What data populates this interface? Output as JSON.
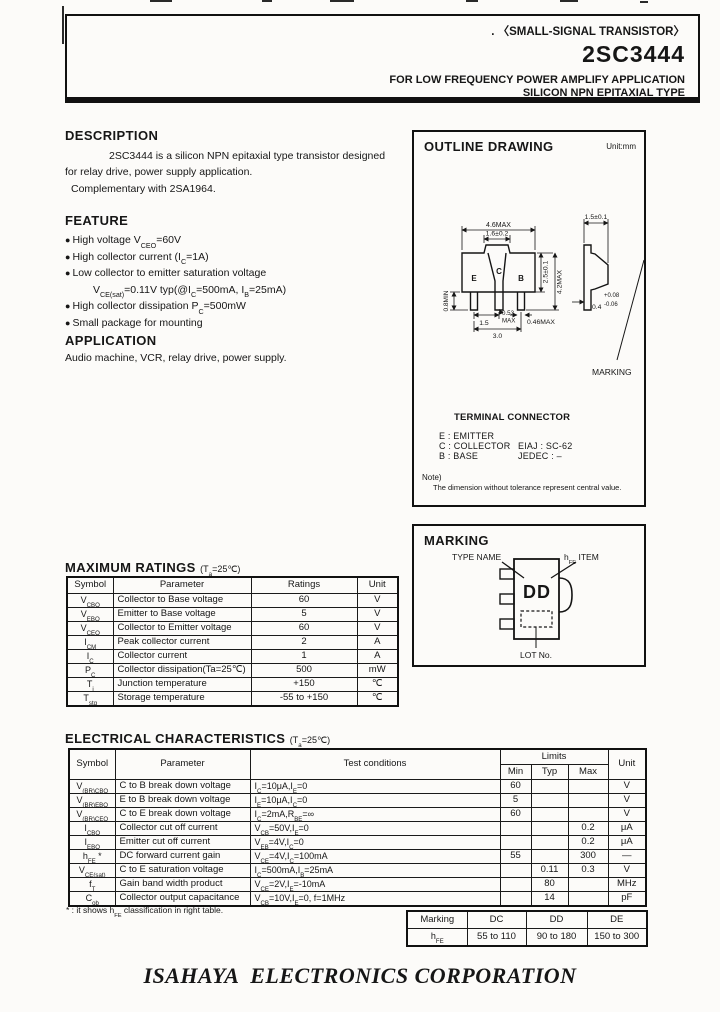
{
  "header": {
    "category": ". 〈SMALL-SIGNAL TRANSISTOR〉",
    "part_number": "2SC3444",
    "app_line1": "FOR LOW FREQUENCY POWER AMPLIFY APPLICATION",
    "app_line2": "SILICON NPN EPITAXIAL TYPE"
  },
  "description": {
    "title": "DESCRIPTION",
    "body": "2SC3444 is a silicon NPN epitaxial type transistor designed for relay drive, power supply application.",
    "complementary": "Complementary with 2SA1964."
  },
  "feature": {
    "title": "FEATURE",
    "items": [
      {
        "bullet": "●",
        "rich": [
          [
            "High voltage   V"
          ],
          [
            "CEO",
            "sub"
          ],
          [
            "=60V"
          ]
        ]
      },
      {
        "bullet": "●",
        "rich": [
          [
            "High collector current (I"
          ],
          [
            "C",
            "sub"
          ],
          [
            "=1A)"
          ]
        ]
      },
      {
        "bullet": "●",
        "rich": [
          [
            "Low collector to emitter saturation voltage"
          ]
        ]
      },
      {
        "bullet": "",
        "rich": [
          [
            "V"
          ],
          [
            "CE(sat)",
            "sub"
          ],
          [
            "=0.11V typ(@I"
          ],
          [
            "C",
            "sub"
          ],
          [
            "=500mA, I"
          ],
          [
            "B",
            "sub"
          ],
          [
            "=25mA)"
          ]
        ]
      },
      {
        "bullet": "●",
        "rich": [
          [
            "High collector dissipation   P"
          ],
          [
            "C",
            "sub"
          ],
          [
            "=500mW"
          ]
        ]
      },
      {
        "bullet": "●",
        "rich": [
          [
            "Small package for mounting"
          ]
        ]
      }
    ]
  },
  "application": {
    "title": "APPLICATION",
    "body": "Audio machine, VCR, relay drive, power supply."
  },
  "outline": {
    "title": "OUTLINE DRAWING",
    "unit": "Unit:mm",
    "dims": {
      "w_body": "4.6MAX",
      "w_tab": "1.6±0.2",
      "thickness": "1.5±0.1",
      "h_body": "2.5±0.1",
      "h_total": "4.2MAX",
      "lead_len": "0.8MIN",
      "pitch_ec": "1.5",
      "c_lead_w1": "0.53",
      "c_lead_w2": "MAX",
      "b_lead_w": "0.46MAX",
      "pitch_eb": "3.0",
      "lead_t": "0.4",
      "lead_t_plus": "+0.08",
      "lead_t_minus": "-0.06",
      "marking": "MARKING"
    },
    "leads": {
      "e": "E",
      "c": "C",
      "b": "B"
    },
    "terminal": {
      "title": "TERMINAL CONNECTOR",
      "e": "E : EMITTER",
      "c": "C : COLLECTOR",
      "b": "B : BASE",
      "eiaj": "EIAJ : SC-62",
      "jedec": "JEDEC : –"
    },
    "note_label": "Note)",
    "note": "The dimension without tolerance represent central value."
  },
  "marking_box": {
    "title": "MARKING",
    "type_name": "TYPE NAME",
    "hfe_item": [
      [
        "h"
      ],
      [
        "FE",
        "sub"
      ],
      [
        " ITEM"
      ]
    ],
    "code": "DD",
    "lot": "LOT No."
  },
  "max_ratings": {
    "title": "MAXIMUM RATINGS",
    "ta": [
      [
        "(T"
      ],
      [
        "a",
        "sub"
      ],
      [
        "=25℃)"
      ]
    ],
    "headers": [
      "Symbol",
      "Parameter",
      "Ratings",
      "Unit"
    ],
    "rows": [
      {
        "symbol": [
          [
            "V"
          ],
          [
            "CBO",
            "sub"
          ]
        ],
        "parameter": "Collector to Base voltage",
        "rating": "60",
        "unit": "V"
      },
      {
        "symbol": [
          [
            "V"
          ],
          [
            "EBO",
            "sub"
          ]
        ],
        "parameter": "Emitter to Base voltage",
        "rating": "5",
        "unit": "V"
      },
      {
        "symbol": [
          [
            "V"
          ],
          [
            "CEO",
            "sub"
          ]
        ],
        "parameter": "Collector to Emitter voltage",
        "rating": "60",
        "unit": "V"
      },
      {
        "symbol": [
          [
            "I"
          ],
          [
            "CM",
            "sub"
          ]
        ],
        "parameter": "Peak collector current",
        "rating": "2",
        "unit": "A"
      },
      {
        "symbol": [
          [
            "I"
          ],
          [
            "C",
            "sub"
          ]
        ],
        "parameter": "Collector current",
        "rating": "1",
        "unit": "A"
      },
      {
        "symbol": [
          [
            "P"
          ],
          [
            "C",
            "sub"
          ]
        ],
        "parameter": "Collector dissipation(Ta=25℃)",
        "rating": "500",
        "unit": "mW"
      },
      {
        "symbol": [
          [
            "T"
          ],
          [
            "j",
            "sub"
          ]
        ],
        "parameter": "Junction temperature",
        "rating": "+150",
        "unit": "℃"
      },
      {
        "symbol": [
          [
            "T"
          ],
          [
            "stg",
            "sub"
          ]
        ],
        "parameter": "Storage temperature",
        "rating": "-55 to +150",
        "unit": "℃"
      }
    ]
  },
  "electrical": {
    "title": "ELECTRICAL CHARACTERISTICS",
    "ta": [
      [
        "(T"
      ],
      [
        "a",
        "sub"
      ],
      [
        "=25℃)"
      ]
    ],
    "headers": {
      "symbol": "Symbol",
      "parameter": "Parameter",
      "conditions": "Test conditions",
      "limits": "Limits",
      "min": "Min",
      "typ": "Typ",
      "max": "Max",
      "unit": "Unit"
    },
    "rows": [
      {
        "symbol": [
          [
            "V"
          ],
          [
            "(BR)CBO",
            "sub"
          ]
        ],
        "parameter": "C to B break down voltage",
        "conditions": [
          [
            "I"
          ],
          [
            "C",
            "sub"
          ],
          [
            "=10μA,I"
          ],
          [
            "E",
            "sub"
          ],
          [
            "=0"
          ]
        ],
        "min": "60",
        "typ": "",
        "max": "",
        "unit": "V"
      },
      {
        "symbol": [
          [
            "V"
          ],
          [
            "(BR)EBO",
            "sub"
          ]
        ],
        "parameter": "E to B break down voltage",
        "conditions": [
          [
            "I"
          ],
          [
            "E",
            "sub"
          ],
          [
            "=10μA,I"
          ],
          [
            "C",
            "sub"
          ],
          [
            "=0"
          ]
        ],
        "min": "5",
        "typ": "",
        "max": "",
        "unit": "V"
      },
      {
        "symbol": [
          [
            "V"
          ],
          [
            "(BR)CEO",
            "sub"
          ]
        ],
        "parameter": "C to E break down voltage",
        "conditions": [
          [
            "I"
          ],
          [
            "C",
            "sub"
          ],
          [
            "=2mA,R"
          ],
          [
            "BE",
            "sub"
          ],
          [
            "=∞"
          ]
        ],
        "min": "60",
        "typ": "",
        "max": "",
        "unit": "V"
      },
      {
        "symbol": [
          [
            "I"
          ],
          [
            "CBO",
            "sub"
          ]
        ],
        "parameter": "Collector cut off current",
        "conditions": [
          [
            "V"
          ],
          [
            "CB",
            "sub"
          ],
          [
            "=50V,I"
          ],
          [
            "E",
            "sub"
          ],
          [
            "=0"
          ]
        ],
        "min": "",
        "typ": "",
        "max": "0.2",
        "unit": "μA"
      },
      {
        "symbol": [
          [
            "I"
          ],
          [
            "EBO",
            "sub"
          ]
        ],
        "parameter": "Emitter cut off current",
        "conditions": [
          [
            "V"
          ],
          [
            "EB",
            "sub"
          ],
          [
            "=4V,I"
          ],
          [
            "C",
            "sub"
          ],
          [
            "=0"
          ]
        ],
        "min": "",
        "typ": "",
        "max": "0.2",
        "unit": "μA"
      },
      {
        "symbol": [
          [
            "h"
          ],
          [
            "FE",
            "sub"
          ],
          [
            " *"
          ]
        ],
        "parameter": "DC forward current gain",
        "conditions": [
          [
            "V"
          ],
          [
            "CE",
            "sub"
          ],
          [
            "=4V,I"
          ],
          [
            "C",
            "sub"
          ],
          [
            "=100mA"
          ]
        ],
        "min": "55",
        "typ": "",
        "max": "300",
        "unit": "—"
      },
      {
        "symbol": [
          [
            "V"
          ],
          [
            "CE(sat)",
            "sub"
          ]
        ],
        "parameter": "C to E saturation voltage",
        "conditions": [
          [
            "I"
          ],
          [
            "C",
            "sub"
          ],
          [
            "=500mA,I"
          ],
          [
            "B",
            "sub"
          ],
          [
            "=25mA"
          ]
        ],
        "min": "",
        "typ": "0.11",
        "max": "0.3",
        "unit": "V"
      },
      {
        "symbol": [
          [
            "f"
          ],
          [
            "T",
            "sub"
          ]
        ],
        "parameter": "Gain band width product",
        "conditions": [
          [
            "V"
          ],
          [
            "CE",
            "sub"
          ],
          [
            "=2V,I"
          ],
          [
            "E",
            "sub"
          ],
          [
            "=-10mA"
          ]
        ],
        "min": "",
        "typ": "80",
        "max": "",
        "unit": "MHz"
      },
      {
        "symbol": [
          [
            "C"
          ],
          [
            "ob",
            "sub"
          ]
        ],
        "parameter": "Collector output capacitance",
        "conditions": [
          [
            "V"
          ],
          [
            "CB",
            "sub"
          ],
          [
            "=10V,I"
          ],
          [
            "E",
            "sub"
          ],
          [
            "=0, f=1MHz"
          ]
        ],
        "min": "",
        "typ": "14",
        "max": "",
        "unit": "pF"
      }
    ]
  },
  "hfe_note": [
    [
      "* : it shows h"
    ],
    [
      "FE",
      "sub"
    ],
    [
      " classification in right table."
    ]
  ],
  "hfe_table": {
    "headers": [
      "Marking",
      "DC",
      "DD",
      "DE"
    ],
    "row_label": [
      [
        "h"
      ],
      [
        "FE",
        "sub"
      ]
    ],
    "values": [
      "55 to 110",
      "90 to 180",
      "150 to 300"
    ]
  },
  "footer": "ISAHAYA  ELECTRONICS CORPORATION"
}
